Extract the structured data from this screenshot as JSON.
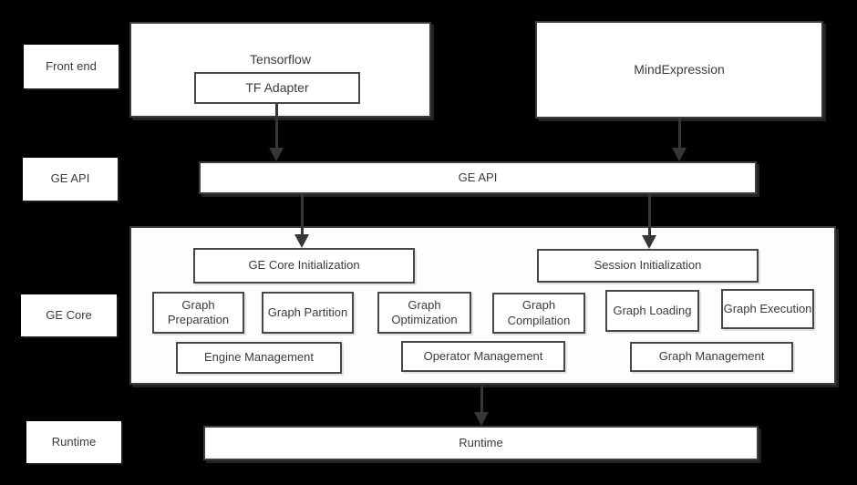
{
  "colors": {
    "background": "#000000",
    "box_fill": "#ffffff",
    "box_border": "#3c3c3c",
    "text": "#3b3b3b",
    "arrow": "#363636"
  },
  "row_labels": {
    "front_end": "Front end",
    "ge_api": "GE API",
    "ge_core": "GE Core",
    "runtime": "Runtime"
  },
  "front_end": {
    "tensorflow_label": "Tensorflow",
    "tf_adapter_label": "TF Adapter",
    "mindexpression_label": "MindExpression"
  },
  "ge_api_bar": {
    "label": "GE API"
  },
  "ge_core": {
    "ge_core_initialization": "GE Core Initialization",
    "session_initialization": "Session Initialization",
    "stages": [
      "Graph Preparation",
      "Graph Partition",
      "Graph Optimization",
      "Graph Compilation",
      "Graph Loading",
      "Graph Execution"
    ],
    "management": [
      "Engine Management",
      "Operator Management",
      "Graph Management"
    ]
  },
  "runtime_bar": {
    "label": "Runtime"
  }
}
